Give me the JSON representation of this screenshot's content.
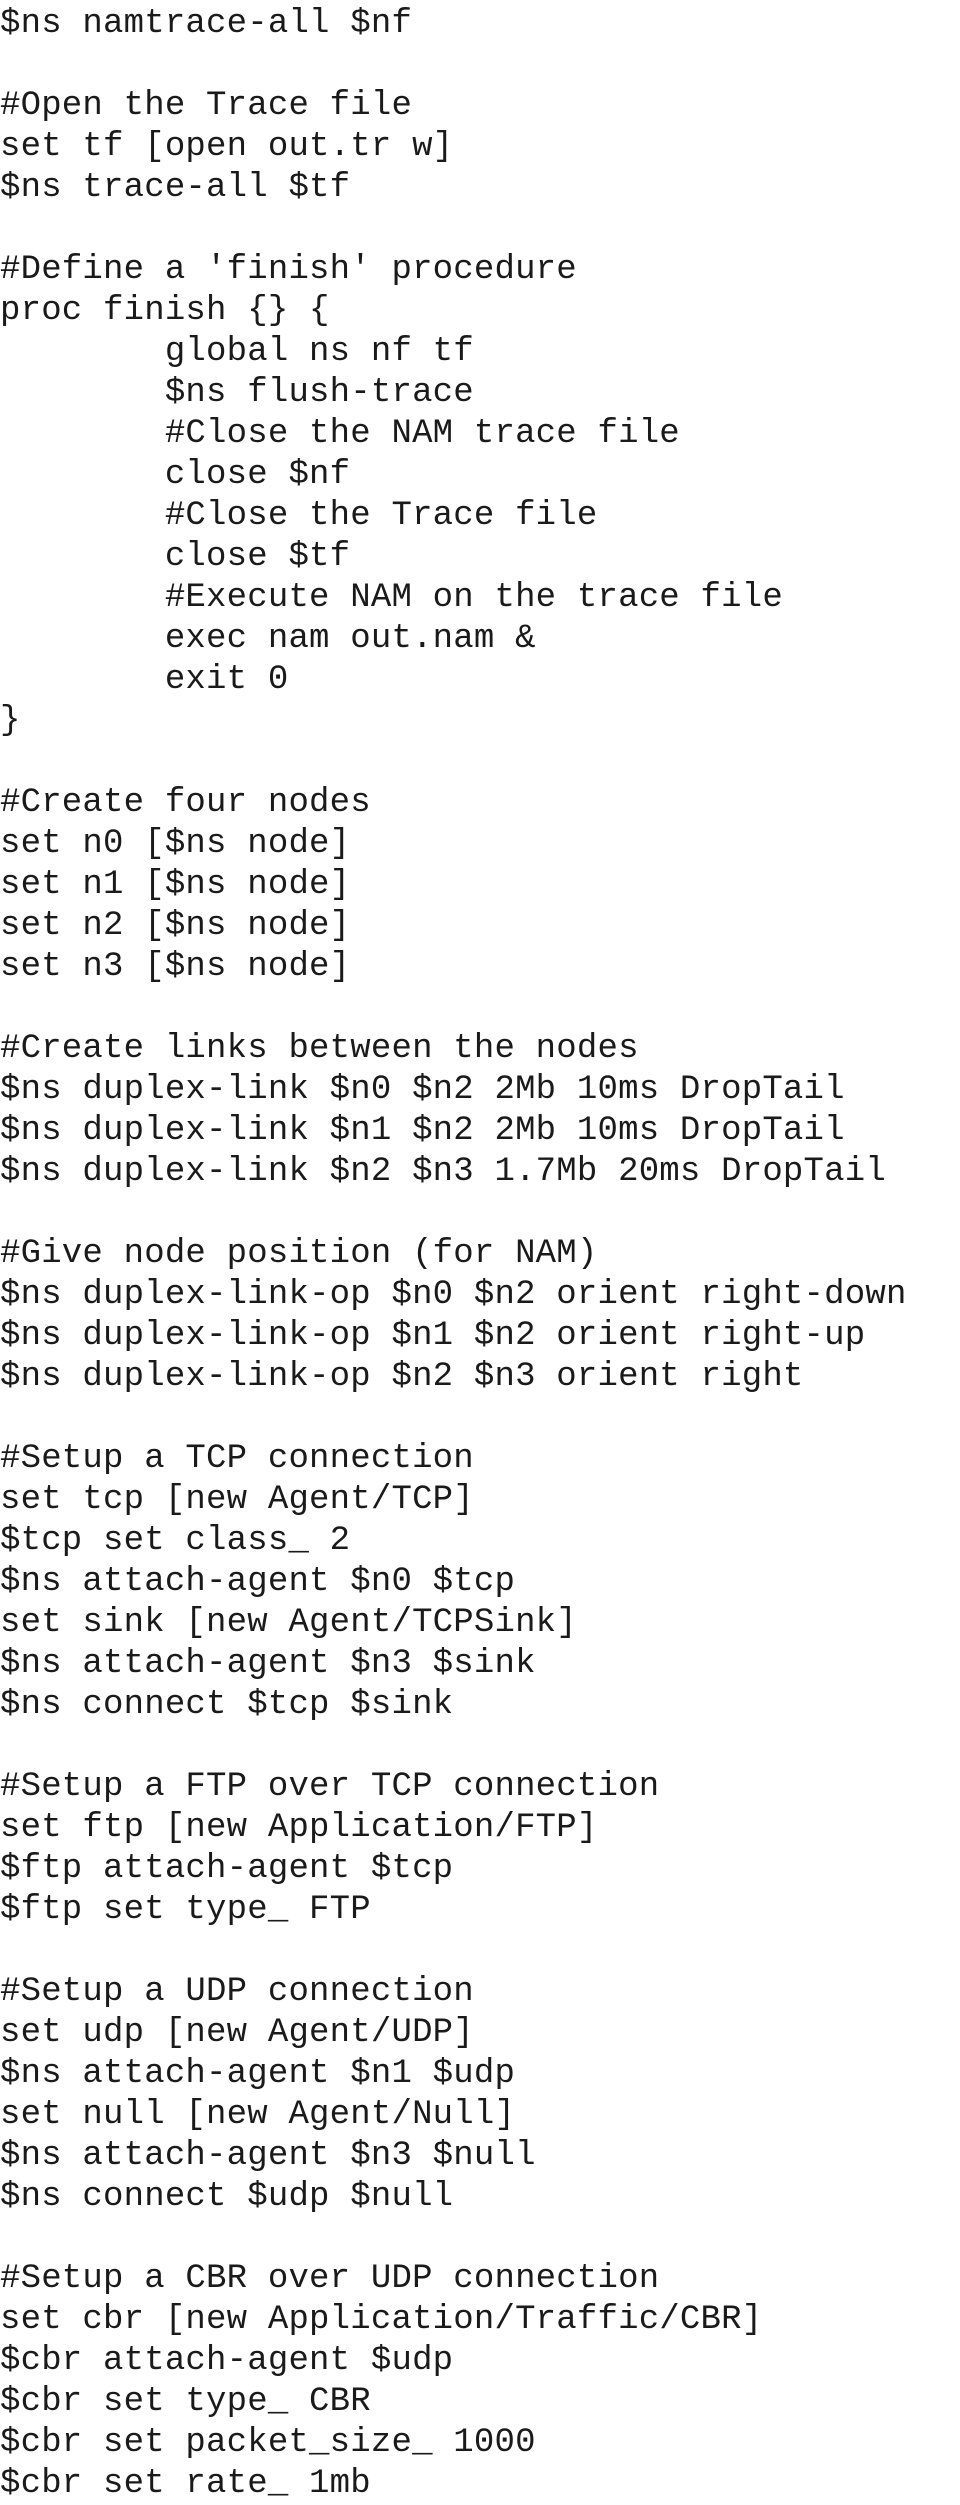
{
  "document": {
    "lines": [
      "$ns namtrace-all $nf",
      "",
      "#Open the Trace file",
      "set tf [open out.tr w]",
      "$ns trace-all $tf",
      "",
      "#Define a 'finish' procedure",
      "proc finish {} {",
      "        global ns nf tf",
      "        $ns flush-trace",
      "        #Close the NAM trace file",
      "        close $nf",
      "        #Close the Trace file",
      "        close $tf",
      "        #Execute NAM on the trace file",
      "        exec nam out.nam &",
      "        exit 0",
      "}",
      "",
      "#Create four nodes",
      "set n0 [$ns node]",
      "set n1 [$ns node]",
      "set n2 [$ns node]",
      "set n3 [$ns node]",
      "",
      "#Create links between the nodes",
      "$ns duplex-link $n0 $n2 2Mb 10ms DropTail",
      "$ns duplex-link $n1 $n2 2Mb 10ms DropTail",
      "$ns duplex-link $n2 $n3 1.7Mb 20ms DropTail",
      "",
      "#Give node position (for NAM)",
      "$ns duplex-link-op $n0 $n2 orient right-down",
      "$ns duplex-link-op $n1 $n2 orient right-up",
      "$ns duplex-link-op $n2 $n3 orient right",
      "",
      "#Setup a TCP connection",
      "set tcp [new Agent/TCP]",
      "$tcp set class_ 2",
      "$ns attach-agent $n0 $tcp",
      "set sink [new Agent/TCPSink]",
      "$ns attach-agent $n3 $sink",
      "$ns connect $tcp $sink",
      "",
      "#Setup a FTP over TCP connection",
      "set ftp [new Application/FTP]",
      "$ftp attach-agent $tcp",
      "$ftp set type_ FTP",
      "",
      "#Setup a UDP connection",
      "set udp [new Agent/UDP]",
      "$ns attach-agent $n1 $udp",
      "set null [new Agent/Null]",
      "$ns attach-agent $n3 $null",
      "$ns connect $udp $null",
      "",
      "#Setup a CBR over UDP connection",
      "set cbr [new Application/Traffic/CBR]",
      "$cbr attach-agent $udp",
      "$cbr set type_ CBR",
      "$cbr set packet_size_ 1000",
      "$cbr set rate_ 1mb"
    ]
  }
}
